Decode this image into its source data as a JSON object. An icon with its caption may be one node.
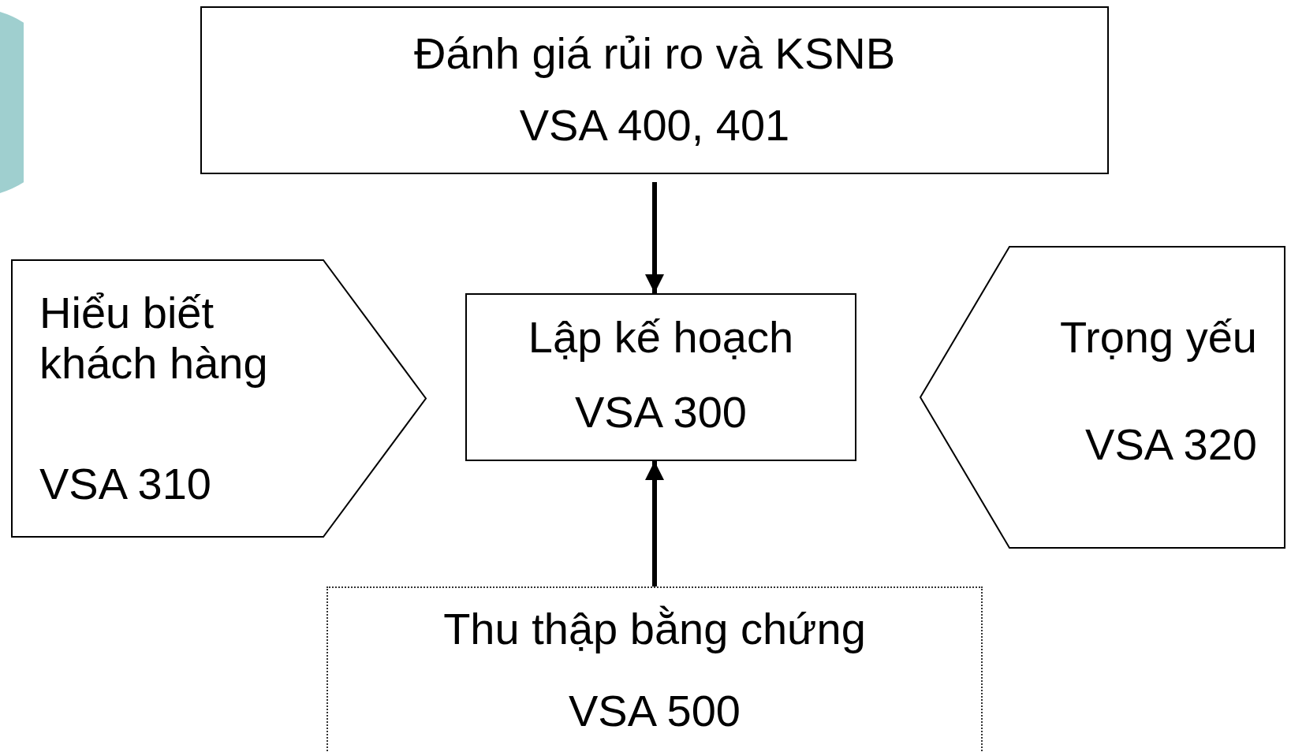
{
  "diagram": {
    "nodes": [
      {
        "text": [
          "Đánh giá rủi ro và KSNB",
          "VSA 400, 401"
        ]
      },
      {
        "text": [
          "Hiểu biết khách hàng",
          "VSA 310"
        ]
      },
      {
        "text": [
          "Lập kế hoạch",
          "VSA 300"
        ]
      },
      {
        "text": [
          "Trọng yếu",
          "VSA 320"
        ]
      },
      {
        "text": [
          "Thu thập bằng chứng",
          "VSA 500"
        ]
      }
    ],
    "edges": [
      {
        "from": 0,
        "to": 2,
        "arrow": "to"
      },
      {
        "from": 4,
        "to": 2,
        "arrow": "to"
      }
    ]
  }
}
